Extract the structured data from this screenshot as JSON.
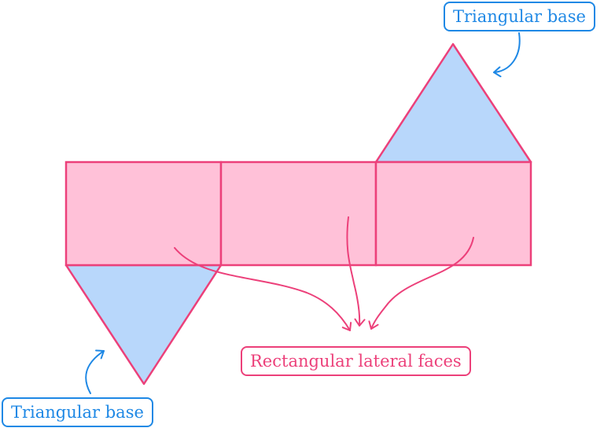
{
  "labels": {
    "top_triangle": "Triangular base",
    "bottom_triangle": "Triangular base",
    "lateral_faces": "Rectangular lateral faces"
  },
  "colors": {
    "rect_fill": "#ffc1d8",
    "rect_stroke": "#ec407a",
    "triangle_fill": "#b8d7fb",
    "blue_accent": "#1e88e5",
    "pink_accent": "#ec407a"
  }
}
